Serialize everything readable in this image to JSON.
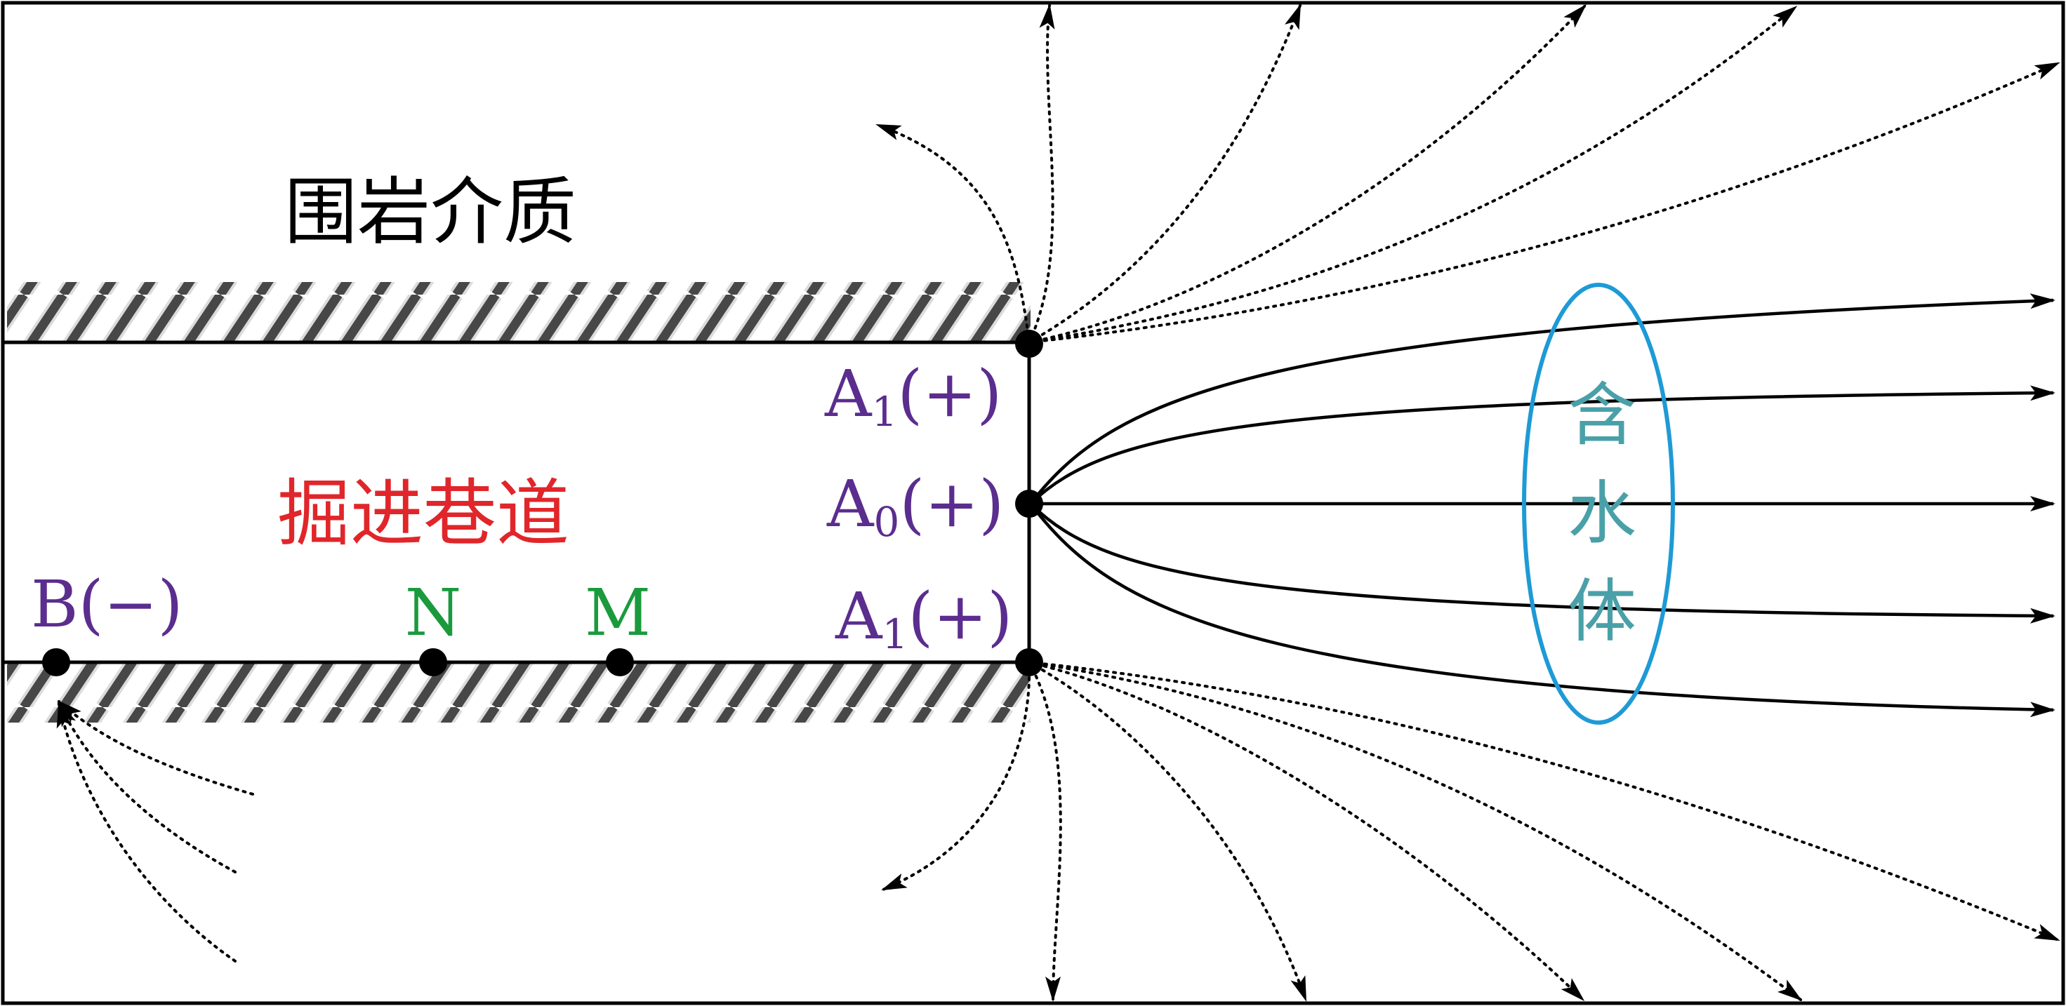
{
  "labels": {
    "rock": "围岩介质",
    "tunnel": "掘进巷道",
    "water": [
      "含",
      "水",
      "体"
    ],
    "b_electrode": "B(−)",
    "n_point": "N",
    "m_point": "M",
    "a_letter": "A",
    "a_top_sub": "1",
    "a_mid_sub": "0",
    "a_bot_sub": "1",
    "a_sign": "(+)"
  },
  "colors": {
    "line": "#000000",
    "electrode_label": "#5b2d8e",
    "measure_label": "#1a9a3c",
    "tunnel_label": "#e0262a",
    "rock_label": "#000000",
    "water_outline": "#1e9ad6",
    "water_label": "#4aa0a8"
  }
}
